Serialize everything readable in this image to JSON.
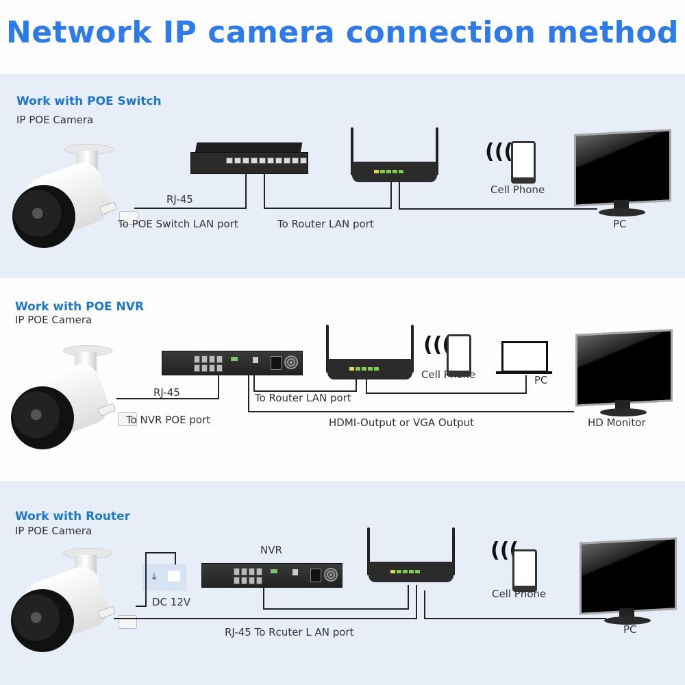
{
  "title": "Network IP camera connection method",
  "sections": [
    {
      "heading": "Work with POE Switch",
      "camera_label": "IP POE Camera",
      "labels": {
        "rj45": "RJ-45",
        "to_switch": "To POE Switch LAN port",
        "to_router": "To Router LAN port",
        "cell_phone": "Cell Phone",
        "pc": "PC"
      },
      "devices": [
        "ip-camera",
        "poe-switch",
        "router",
        "cell-phone",
        "pc-monitor"
      ]
    },
    {
      "heading": "Work with POE NVR",
      "camera_label": "IP POE Camera",
      "labels": {
        "rj45": "RJ-45",
        "to_nvr": "To NVR POE port",
        "to_router": "To Router LAN port",
        "hdmi": "HDMI-Output or VGA Output",
        "cell_phone": "Cell Phone",
        "pc": "PC",
        "hd_monitor": "HD Monitor"
      },
      "devices": [
        "ip-camera",
        "nvr",
        "router",
        "cell-phone",
        "laptop-pc",
        "hd-monitor"
      ]
    },
    {
      "heading": "Work with Router",
      "camera_label": "IP POE Camera",
      "labels": {
        "nvr": "NVR",
        "dc": "DC 12V",
        "rj45_router": "RJ-45 To Rcuter L AN port",
        "cell_phone": "Cell Phone",
        "pc": "PC"
      },
      "devices": [
        "ip-camera",
        "power-socket",
        "nvr",
        "router",
        "cell-phone",
        "pc-monitor"
      ]
    }
  ],
  "colors": {
    "title": "#2b7bef",
    "heading": "#1a78d4",
    "band": "#e7eef8"
  }
}
